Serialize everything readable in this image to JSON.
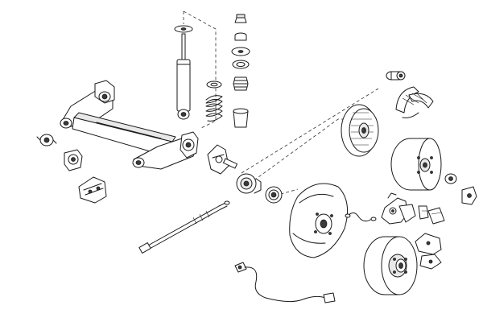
{
  "diagram": {
    "parts": [
      {
        "id": "rear-axle-beam",
        "icon": "axle-beam-icon"
      },
      {
        "id": "shock-absorber",
        "icon": "shock-absorber-icon"
      },
      {
        "id": "coil-spring",
        "icon": "coil-spring-icon"
      },
      {
        "id": "strut-mount-kit",
        "icon": "strut-mount-icon"
      },
      {
        "id": "axle-bushing",
        "icon": "bushing-icon"
      },
      {
        "id": "stub-axle",
        "icon": "stub-axle-icon"
      },
      {
        "id": "wheel-bearing",
        "icon": "bearing-icon"
      },
      {
        "id": "brake-drum",
        "icon": "brake-drum-icon"
      },
      {
        "id": "brake-shoes",
        "icon": "brake-shoe-icon"
      },
      {
        "id": "wheel-cylinder",
        "icon": "wheel-cylinder-icon"
      },
      {
        "id": "backing-plate",
        "icon": "backing-plate-icon"
      },
      {
        "id": "brake-disc",
        "icon": "brake-disc-icon"
      },
      {
        "id": "brake-caliper",
        "icon": "caliper-icon"
      },
      {
        "id": "brake-pads",
        "icon": "brake-pad-icon"
      },
      {
        "id": "handbrake-cable",
        "icon": "cable-icon"
      },
      {
        "id": "abs-sensor",
        "icon": "sensor-icon"
      },
      {
        "id": "brake-hose",
        "icon": "hose-icon"
      }
    ]
  }
}
